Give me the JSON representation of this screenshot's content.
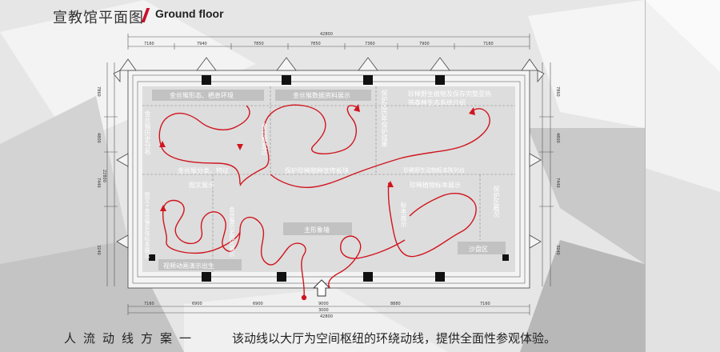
{
  "header": {
    "title": "宣教馆平面图",
    "subtitle": "Ground floor"
  },
  "plan": {
    "zones": {
      "z1": "金丝猴形态、栖息环境",
      "z2": "金丝猴数据资料展示",
      "z3": "保护区历年保护成果",
      "z4": "珍稀野生植物及保存完整亚热带森林生态系统介绍",
      "z5": "金丝猴历史分布",
      "z6": "金丝猴变迁",
      "z7": "金丝猴分类、特征",
      "z8": "保护珍稀物种宣传板块",
      "z9": "珍稀野生动物标本陈列台",
      "z10": "图文展示",
      "z11": "珍稀植物标本展示",
      "z12": "保护区概况",
      "z13": "图文+金丝猴实体标本展示",
      "z14": "金丝猴历史图片展示",
      "z15": "标本展示",
      "z16": "主形象墙",
      "z17": "视频动画演示出生",
      "z18": "沙盘区"
    },
    "dims": {
      "overall": "42800",
      "top": [
        "7160",
        "7940",
        "7850",
        "7850",
        "7360",
        "7900",
        "7160"
      ],
      "bottom": [
        "7160",
        "6900",
        "6900",
        "9000",
        "8880",
        "7160"
      ],
      "bottom_entry": "3000",
      "left": [
        "7860",
        "4800",
        "7440",
        "3240"
      ],
      "left_total": "22800",
      "right": [
        "7860",
        "4800",
        "7440",
        "3240"
      ]
    }
  },
  "footer": {
    "left": "人流动线方案一",
    "right": "该动线以大厅为空间枢纽的环绕动线，提供全面性参观体验。"
  }
}
